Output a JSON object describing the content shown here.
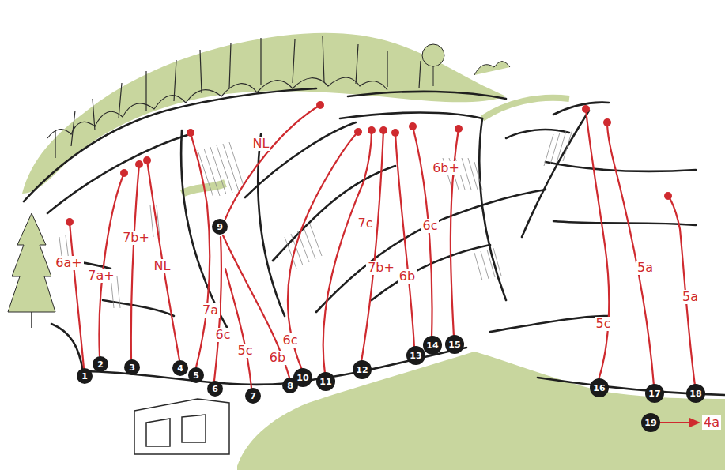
{
  "diagram": {
    "nodes": [
      {
        "text": [
          "1"
        ]
      },
      {
        "text": [
          "2"
        ]
      },
      {
        "text": [
          "3"
        ]
      },
      {
        "text": [
          "4"
        ]
      },
      {
        "text": [
          "5"
        ]
      },
      {
        "text": [
          "6"
        ]
      },
      {
        "text": [
          "7"
        ]
      },
      {
        "text": [
          "8"
        ]
      },
      {
        "text": [
          "9"
        ]
      },
      {
        "text": [
          "10"
        ]
      },
      {
        "text": [
          "11"
        ]
      },
      {
        "text": [
          "12"
        ]
      },
      {
        "text": [
          "13"
        ]
      },
      {
        "text": [
          "14"
        ]
      },
      {
        "text": [
          "15"
        ]
      },
      {
        "text": [
          "16"
        ]
      },
      {
        "text": [
          "17"
        ]
      },
      {
        "text": [
          "18"
        ]
      },
      {
        "text": [
          "19"
        ]
      }
    ],
    "labels": [
      "6a+",
      "7a+",
      "7b+",
      "NL",
      "7a",
      "6c",
      "5c",
      "6b",
      "NL",
      "6c",
      "7c",
      "7b+",
      "6b",
      "6c",
      "6b+",
      "5c",
      "5a",
      "5a",
      "4a"
    ]
  }
}
